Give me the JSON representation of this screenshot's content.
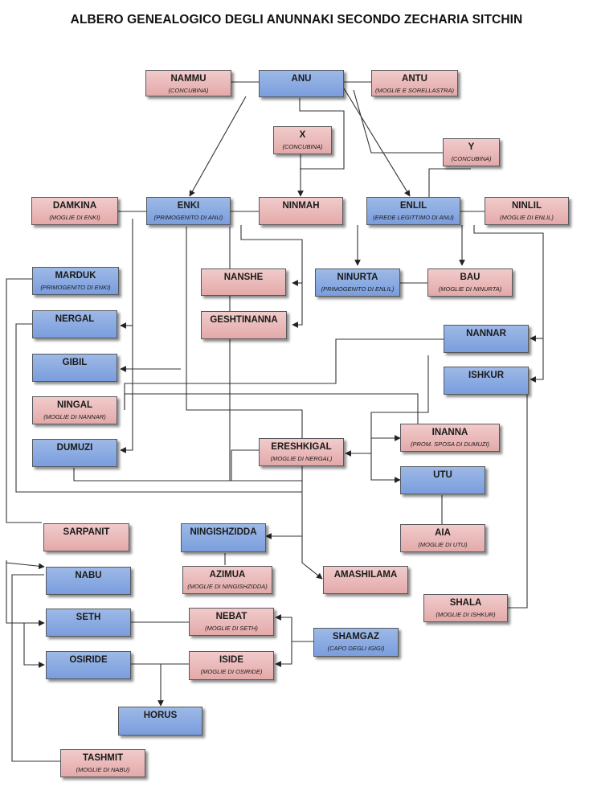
{
  "title": "ALBERO GENEALOGICO DEGLI ANUNNAKI SECONDO ZECHARIA SITCHIN",
  "legend_colors": {
    "male": "#8aa9e0",
    "female": "#ebbaba"
  },
  "nodes": [
    {
      "id": "anu",
      "name": "ANU",
      "subtitle": "",
      "kind": "m"
    },
    {
      "id": "nammu",
      "name": "NAMMU",
      "subtitle": "(CONCUBINA)",
      "kind": "f"
    },
    {
      "id": "antu",
      "name": "ANTU",
      "subtitle": "(MOGLIE E SORELLASTRA)",
      "kind": "f"
    },
    {
      "id": "x",
      "name": "X",
      "subtitle": "(CONCUBINA)",
      "kind": "f"
    },
    {
      "id": "y",
      "name": "Y",
      "subtitle": "(CONCUBINA)",
      "kind": "f"
    },
    {
      "id": "damkina",
      "name": "DAMKINA",
      "subtitle": "(MOGLIE DI ENKI)",
      "kind": "f"
    },
    {
      "id": "enki",
      "name": "ENKI",
      "subtitle": "(PRIMOGENITO DI ANU)",
      "kind": "m"
    },
    {
      "id": "ninmah",
      "name": "NINMAH",
      "subtitle": "",
      "kind": "f"
    },
    {
      "id": "enlil",
      "name": "ENLIL",
      "subtitle": "(EREDE LEGITTIMO DI ANU)",
      "kind": "m"
    },
    {
      "id": "ninlil",
      "name": "NINLIL",
      "subtitle": "(MOGLIE DI ENLIL)",
      "kind": "f"
    },
    {
      "id": "marduk",
      "name": "MARDUK",
      "subtitle": "(PRIMOGENITO DI ENKI)",
      "kind": "m"
    },
    {
      "id": "nanshe",
      "name": "NANSHE",
      "subtitle": "",
      "kind": "f"
    },
    {
      "id": "ninurta",
      "name": "NINURTA",
      "subtitle": "(PRIMOGENITO DI ENLIL)",
      "kind": "m"
    },
    {
      "id": "bau",
      "name": "BAU",
      "subtitle": "(MOGLIE DI NINURTA)",
      "kind": "f"
    },
    {
      "id": "nergal",
      "name": "NERGAL",
      "subtitle": "",
      "kind": "m"
    },
    {
      "id": "geshtinanna",
      "name": "GESHTINANNA",
      "subtitle": "",
      "kind": "f"
    },
    {
      "id": "nannar",
      "name": "NANNAR",
      "subtitle": "",
      "kind": "m"
    },
    {
      "id": "gibil",
      "name": "GIBIL",
      "subtitle": "",
      "kind": "m"
    },
    {
      "id": "ishkur",
      "name": "ISHKUR",
      "subtitle": "",
      "kind": "m"
    },
    {
      "id": "ningal",
      "name": "NINGAL",
      "subtitle": "(MOGLIE DI NANNAR)",
      "kind": "f"
    },
    {
      "id": "inanna",
      "name": "INANNA",
      "subtitle": "(PROM. SPOSA DI DUMUZI)",
      "kind": "f"
    },
    {
      "id": "dumuzi",
      "name": "DUMUZI",
      "subtitle": "",
      "kind": "m"
    },
    {
      "id": "ereshkigal",
      "name": "ERESHKIGAL",
      "subtitle": "(MOGLIE DI NERGAL)",
      "kind": "f"
    },
    {
      "id": "utu",
      "name": "UTU",
      "subtitle": "",
      "kind": "m"
    },
    {
      "id": "sarpanit",
      "name": "SARPANIT",
      "subtitle": "",
      "kind": "f"
    },
    {
      "id": "ningishzidda",
      "name": "NINGISHZIDDA",
      "subtitle": "",
      "kind": "m"
    },
    {
      "id": "aia",
      "name": "AIA",
      "subtitle": "(MOGLIE DI UTU)",
      "kind": "f"
    },
    {
      "id": "nabu",
      "name": "NABU",
      "subtitle": "",
      "kind": "m"
    },
    {
      "id": "azimua",
      "name": "AZIMUA",
      "subtitle": "(MOGLIE DI NINGISHZIDDA)",
      "kind": "f"
    },
    {
      "id": "amashilama",
      "name": "AMASHILAMA",
      "subtitle": "",
      "kind": "f"
    },
    {
      "id": "shala",
      "name": "SHALA",
      "subtitle": "(MOGLIE DI ISHKUR)",
      "kind": "f"
    },
    {
      "id": "seth",
      "name": "SETH",
      "subtitle": "",
      "kind": "m"
    },
    {
      "id": "nebat",
      "name": "NEBAT",
      "subtitle": "(MOGLIE DI SETH)",
      "kind": "f"
    },
    {
      "id": "shamgaz",
      "name": "SHAMGAZ",
      "subtitle": "(CAPO DEGLI IGIGI)",
      "kind": "m"
    },
    {
      "id": "osiride",
      "name": "OSIRIDE",
      "subtitle": "",
      "kind": "m"
    },
    {
      "id": "iside",
      "name": "ISIDE",
      "subtitle": "(MOGLIE DI OSIRIDE)",
      "kind": "f"
    },
    {
      "id": "horus",
      "name": "HORUS",
      "subtitle": "",
      "kind": "m"
    },
    {
      "id": "tashmit",
      "name": "TASHMIT",
      "subtitle": "(MOGLIE DI NABU)",
      "kind": "f"
    }
  ]
}
